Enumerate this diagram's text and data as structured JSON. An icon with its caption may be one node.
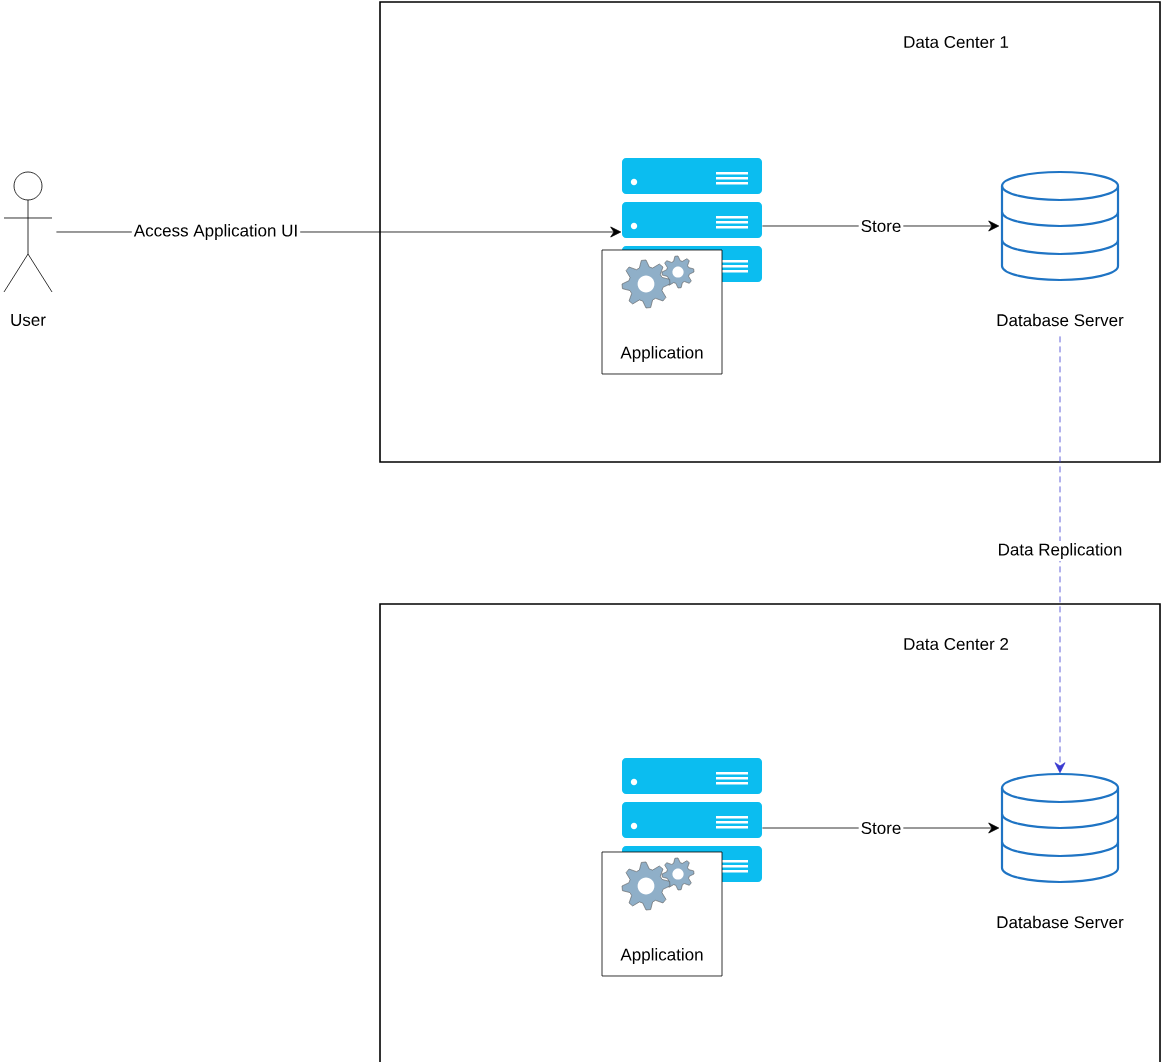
{
  "diagram": {
    "nodes": [
      {
        "text": [
          "User"
        ]
      },
      {
        "text": [
          "Data Center 1"
        ]
      },
      {
        "text": [],
        "shape": "server",
        "in": 1
      },
      {
        "text": [
          "Application"
        ],
        "in": 1
      },
      {
        "text": [
          "Database Server"
        ],
        "in": 1
      },
      {
        "text": [
          "Data Center 2"
        ]
      },
      {
        "text": [],
        "shape": "server",
        "in": 5
      },
      {
        "text": [
          "Application"
        ],
        "in": 5
      },
      {
        "text": [
          "Database Server"
        ],
        "in": 5
      }
    ],
    "edges": [
      {
        "from": 0,
        "to": 2,
        "arrow": "to",
        "label": "Access Application UI"
      },
      {
        "from": 2,
        "to": 4,
        "arrow": "to",
        "label": "Store"
      },
      {
        "from": 6,
        "to": 8,
        "arrow": "to",
        "label": "Store"
      },
      {
        "from": 4,
        "to": 8,
        "arrow": "to",
        "label": "Data Replication",
        "style": "dashed",
        "color": "#3a3ad0"
      }
    ]
  }
}
